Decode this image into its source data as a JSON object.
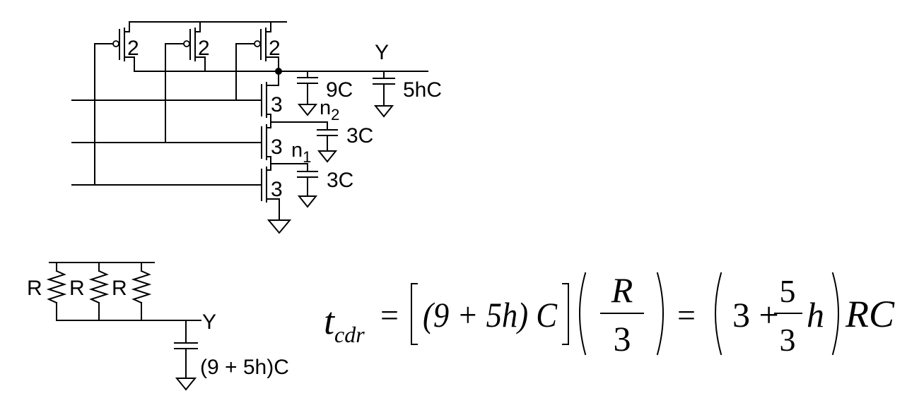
{
  "schematic": {
    "pmos_sizes": [
      "2",
      "2",
      "2"
    ],
    "nmos_sizes": [
      "3",
      "3",
      "3"
    ],
    "output_node": "Y",
    "internal_nodes": {
      "n2_base": "n",
      "n2_sub": "2",
      "n1_base": "n",
      "n1_sub": "1"
    },
    "caps": {
      "out_parasitic": "9C",
      "out_load": "5hC",
      "n2": "3C",
      "n1": "3C"
    }
  },
  "rc_model": {
    "resistors": [
      "R",
      "R",
      "R"
    ],
    "output_node": "Y",
    "cap_label": "(9 + 5h)C"
  },
  "equation": {
    "lhs_base": "t",
    "lhs_sub": "cdr",
    "eq1": "=",
    "term1": "(9 + 5h) C",
    "frac1_num": "R",
    "frac1_den": "3",
    "eq2": "=",
    "three": "3 +",
    "frac2_num": "5",
    "frac2_den": "3",
    "h": "h",
    "rc": "RC"
  }
}
